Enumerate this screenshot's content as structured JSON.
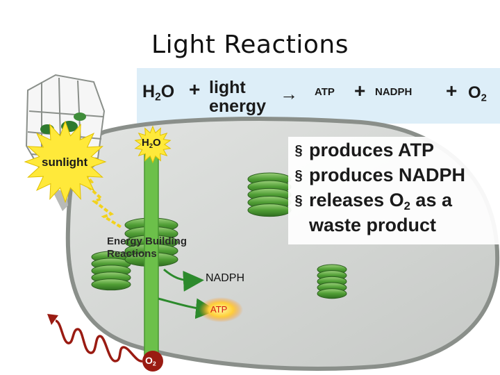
{
  "title": "Light Reactions",
  "equation": {
    "water": "H",
    "water_sub": "2",
    "water_tail": "O",
    "plus": "+",
    "light_line1": "light",
    "light_line2": "energy",
    "arrow": "→",
    "atp": "ATP",
    "nadph": "NADPH",
    "oxygen": "O",
    "oxygen_sub": "2"
  },
  "bullets": [
    {
      "mark": "§",
      "text": "produces ATP"
    },
    {
      "mark": "§",
      "text": "produces NADPH"
    },
    {
      "mark": "§",
      "text": "releases O",
      "sub": "2",
      "tail": " as a"
    },
    {
      "mark": "",
      "text": "waste product"
    }
  ],
  "diagram": {
    "sunlight": "sunlight",
    "h2o_top": "H",
    "h2o_sub": "2",
    "h2o_tail": "O",
    "energy_building_1": "Energy Building",
    "energy_building_2": "Reactions",
    "nadph": "NADPH",
    "atp": "ATP",
    "o2": "O",
    "o2_sub": "2"
  },
  "colors": {
    "thylakoid_green": "#5fae3f",
    "chloroplast_fill": "#d3d6d3",
    "chloroplast_edge": "#8a8f8a",
    "sun_yellow": "#ffe93a",
    "heat_red": "#9a1b12",
    "band_blue": "#ddeef8"
  }
}
